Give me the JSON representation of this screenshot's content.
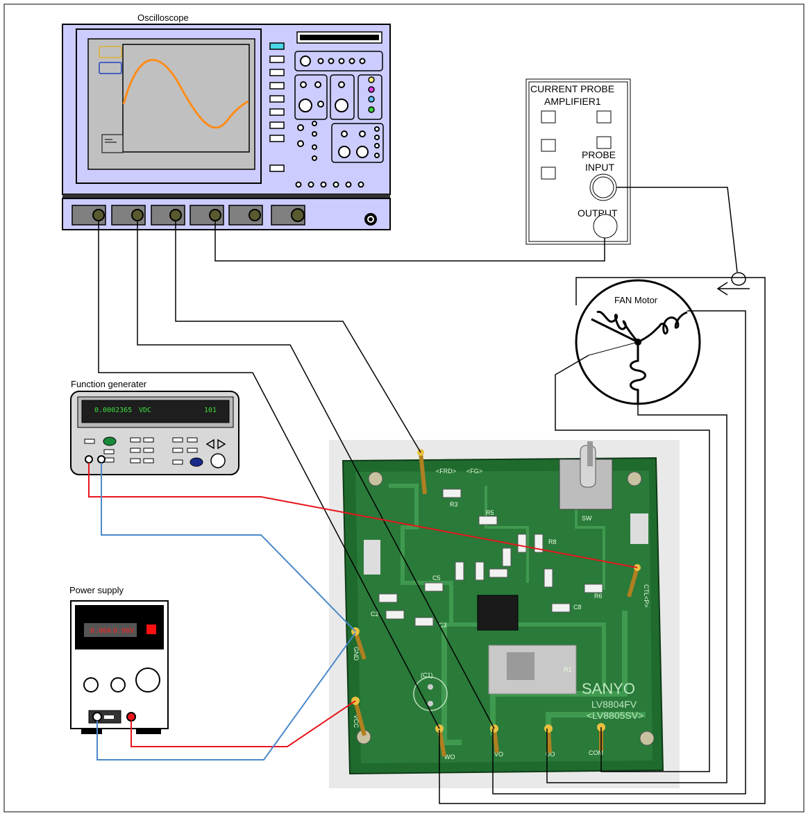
{
  "oscilloscope": {
    "label": "Oscilloscope"
  },
  "current_probe": {
    "title_line1": "CURRENT PROBE",
    "title_line2": "AMPLIFIER1",
    "probe_input_line1": "PROBE",
    "probe_input_line2": "INPUT",
    "output": "OUTPUT"
  },
  "fan_motor": {
    "label": "FAN Motor"
  },
  "function_generator": {
    "label": "Function generater",
    "display_value": "0.0002365",
    "display_unit": "VDC",
    "display_extra": "101"
  },
  "power_supply": {
    "label": "Power supply",
    "display_current": "0.00A",
    "display_voltage": "0.00V"
  },
  "board": {
    "brand": "SANYO",
    "model_line1": "LV8804FV",
    "model_line2": "<LV8805SV>",
    "silkscreen": {
      "fg_pin": "<FG>",
      "frd_pin": "<FRD>",
      "ctl_pin": "CTL<P>",
      "gnd_pin": "GND",
      "vcc_pin": "VCC",
      "sw": "SW",
      "r1": "R1",
      "r3": "R3",
      "r5": "R5",
      "r6": "R6",
      "r8": "R8",
      "c1": "(C1)",
      "c2": "C2",
      "c3": "C3",
      "c5": "C5",
      "c8": "C8",
      "uo": "UO",
      "vo": "VO",
      "wo": "WO",
      "com": "COM"
    }
  },
  "colors": {
    "scope_body": "#ccccff",
    "scope_screen": "#c0c0c0",
    "waveform": "#ff8c1a",
    "pcb_green": "#1f6b2e",
    "wire_red": "#e8151c",
    "wire_blue": "#4a88c8",
    "wire_black": "#000000"
  }
}
